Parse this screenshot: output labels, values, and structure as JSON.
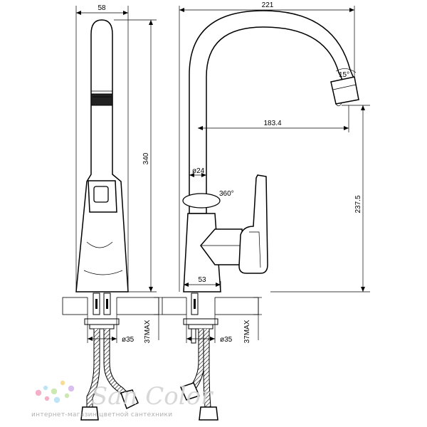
{
  "front_view": {
    "width_label": "58",
    "height_label": "340",
    "hole_diameter_label": "ø35",
    "thickness_label": "37MAX"
  },
  "side_view": {
    "reach_label": "221",
    "spout_reach_label": "183.4",
    "spout_angle_label": "15°",
    "body_diameter_label": "ø24",
    "rotation_label": "360°",
    "spout_height_label": "237.5",
    "base_offset_label": "53",
    "hole_diameter_label": "ø35",
    "thickness_label": "37MAX"
  },
  "watermark": {
    "logo_text": "San Color",
    "tagline": "интернет-магазин цветной сантехники",
    "dot_colors": [
      "#f4a7c0",
      "#b7e3f4",
      "#c6e7a8",
      "#f7d88b",
      "#d7b7ec"
    ]
  }
}
